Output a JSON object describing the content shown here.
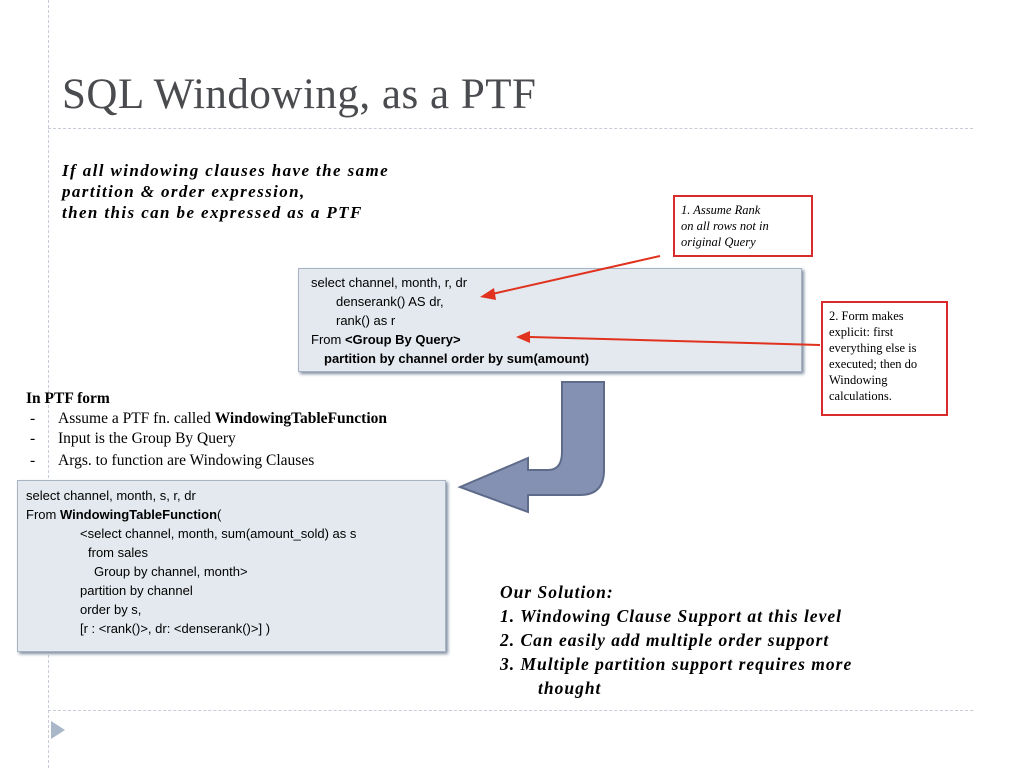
{
  "slide": {
    "title": "SQL Windowing, as a PTF",
    "intro_lines": [
      "If all windowing clauses have the same",
      "partition & order expression,",
      "then this can be expressed as a PTF"
    ]
  },
  "query_box": {
    "line1": "select channel, month, r, dr",
    "line2": "denserank() AS dr,",
    "line3": "rank() as r",
    "line4_prefix": "From ",
    "line4_bold": "<Group By Query>",
    "line5": "partition by channel order by sum(amount)"
  },
  "note1": {
    "lines": [
      "1. Assume Rank",
      "on all rows not in",
      "original Query"
    ],
    "border_color": "#d92b2b"
  },
  "note2": {
    "lines": [
      "2. Form makes",
      "explicit: first",
      "everything else is",
      "executed; then do",
      "Windowing",
      "calculations."
    ],
    "border_color": "#d92b2b"
  },
  "ptf_form": {
    "heading": "In PTF form",
    "bullet_char": "-",
    "item1_prefix": "Assume a PTF fn. called ",
    "item1_bold": "WindowingTableFunction",
    "item2": "Input is the Group By Query",
    "item3": "Args. to function are Windowing Clauses"
  },
  "ptf_box": {
    "line1": "select channel, month, s, r, dr",
    "line2_prefix": "From ",
    "line2_bold": "WindowingTableFunction",
    "line2_suffix": "(",
    "line3": "<select channel, month, sum(amount_sold) as s",
    "line4": "from sales",
    "line5": "Group by channel, month>",
    "line6": "partition by channel",
    "line7": "order by s,",
    "line8": "[r : <rank()>, dr: <denserank()>] )"
  },
  "solution": {
    "heading": "Our Solution:",
    "items": [
      "1.  Windowing Clause Support at this level",
      "2.  Can easily add multiple order support",
      "3.  Multiple partition support requires more"
    ],
    "item3_cont": "thought"
  },
  "colors": {
    "arrow_fill": "#8591b3",
    "red_arrow": "#e0321e",
    "box_fill": "#e3e9ef"
  },
  "icons": {
    "curved_arrow": "curved-arrow-icon",
    "slide_marker": "triangle-icon"
  }
}
